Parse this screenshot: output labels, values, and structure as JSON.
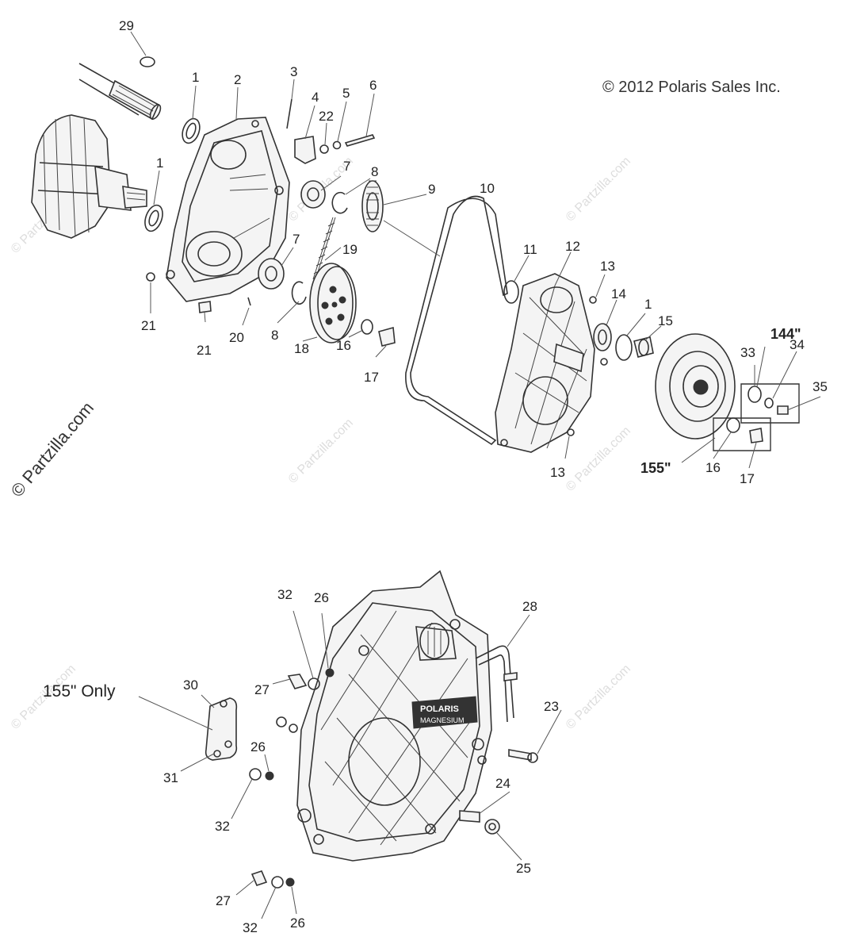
{
  "copyright": "© 2012 Polaris Sales Inc.",
  "side_watermark": "© Partzilla.com",
  "watermark": "© Partzilla.com",
  "variant_labels": {
    "v144": "144\"",
    "v155": "155\"",
    "v155_only": "155\" Only"
  },
  "callouts": {
    "c29": "29",
    "c1a": "1",
    "c2": "2",
    "c3": "3",
    "c4": "4",
    "c5": "5",
    "c22": "22",
    "c6": "6",
    "c1b": "1",
    "c7a": "7",
    "c8a": "8",
    "c9": "9",
    "c10": "10",
    "c7b": "7",
    "c19": "19",
    "c11": "11",
    "c12": "12",
    "c13a": "13",
    "c14": "14",
    "c1c": "1",
    "c15": "15",
    "c21a": "21",
    "c21b": "21",
    "c20": "20",
    "c8b": "8",
    "c18": "18",
    "c16a": "16",
    "c17a": "17",
    "c33": "33",
    "c34": "34",
    "c35": "35",
    "c13b": "13",
    "c16b": "16",
    "c17b": "17",
    "c32a": "32",
    "c26a": "26",
    "c28": "28",
    "c27a": "27",
    "c30": "30",
    "c23": "23",
    "c31": "31",
    "c26b": "26",
    "c32b": "32",
    "c24": "24",
    "c25": "25",
    "c27b": "27",
    "c32c": "32",
    "c26c": "26"
  },
  "badge": {
    "line1": "POLARIS",
    "line2": "MAGNESIUM"
  }
}
